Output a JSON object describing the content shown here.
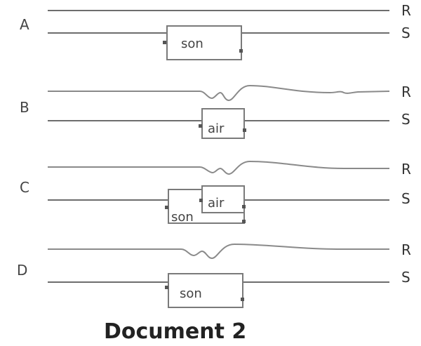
{
  "figure": {
    "caption": "Document 2",
    "rows": [
      {
        "label": "A",
        "r_label": "R",
        "s_label": "S",
        "boxes": [
          "son"
        ]
      },
      {
        "label": "B",
        "r_label": "R",
        "s_label": "S",
        "boxes": [
          "air"
        ]
      },
      {
        "label": "C",
        "r_label": "R",
        "s_label": "S",
        "boxes": [
          "air",
          "son"
        ]
      },
      {
        "label": "D",
        "r_label": "R",
        "s_label": "S",
        "boxes": [
          "son"
        ]
      }
    ]
  }
}
